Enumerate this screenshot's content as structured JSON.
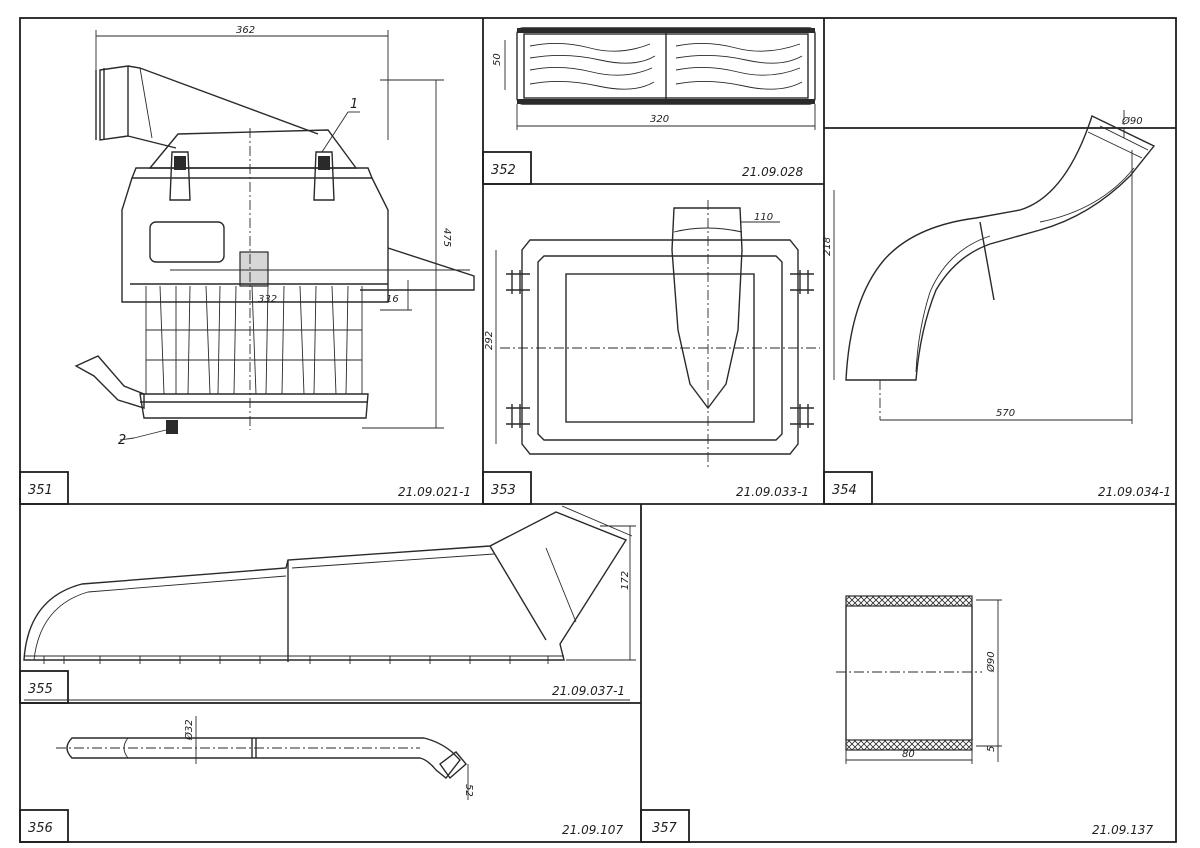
{
  "colors": {
    "ink": "#2a2a2a",
    "paper": "#ffffff",
    "fill": "#d6d6d6"
  },
  "sheet": {
    "panels": [
      {
        "number": "351",
        "code": "21.09.021-1",
        "dims": [
          "362",
          "475",
          "332",
          "16"
        ],
        "callouts": [
          "1",
          "2"
        ]
      },
      {
        "number": "352",
        "code": "21.09.028",
        "dims": [
          "50",
          "320"
        ]
      },
      {
        "number": "353",
        "code": "21.09.033-1",
        "dims": [
          "110",
          "292"
        ]
      },
      {
        "number": "354",
        "code": "21.09.034-1",
        "dims": [
          "Ø90",
          "218",
          "570"
        ]
      },
      {
        "number": "355",
        "code": "21.09.037-1",
        "dims": [
          "172"
        ]
      },
      {
        "number": "356",
        "code": "21.09.107",
        "dims": [
          "Ø32",
          "52"
        ]
      },
      {
        "number": "357",
        "code": "21.09.137",
        "dims": [
          "Ø90",
          "80",
          "5"
        ]
      }
    ]
  }
}
